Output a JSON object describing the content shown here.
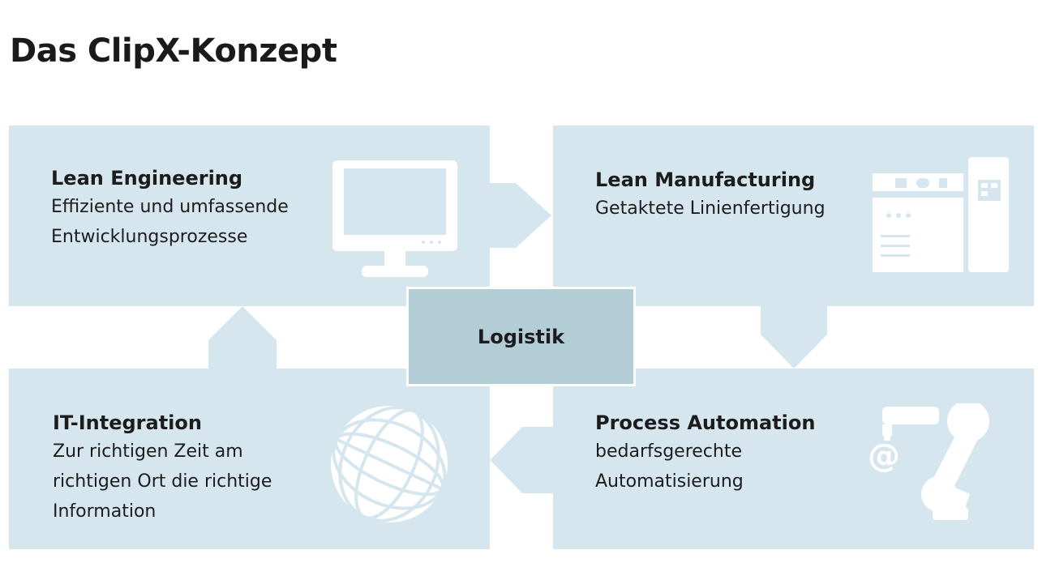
{
  "title": "Das ClipX-Konzept",
  "center": {
    "label": "Logistik"
  },
  "boxes": {
    "lean_engineering": {
      "heading": "Lean Engineering",
      "lines": [
        "Effiziente und umfassende",
        "Entwicklungsprozesse"
      ],
      "icon": "computer-monitor-icon"
    },
    "lean_manufacturing": {
      "heading": "Lean Manufacturing",
      "lines": [
        "Getaktete Linienfertigung"
      ],
      "icon": "factory-machine-icon"
    },
    "it_integration": {
      "heading": "IT-Integration",
      "lines": [
        "Zur richtigen Zeit am",
        "richtigen Ort die richtige",
        "Information"
      ],
      "icon": "globe-icon"
    },
    "process_automation": {
      "heading": "Process Automation",
      "lines": [
        "bedarfsgerechte",
        "Automatisierung"
      ],
      "icon": "robot-arm-icon"
    }
  },
  "colors": {
    "box": "#d6e6ef",
    "center": "#b3cdd7",
    "text": "#1c1c1c",
    "icon": "#ffffff"
  }
}
